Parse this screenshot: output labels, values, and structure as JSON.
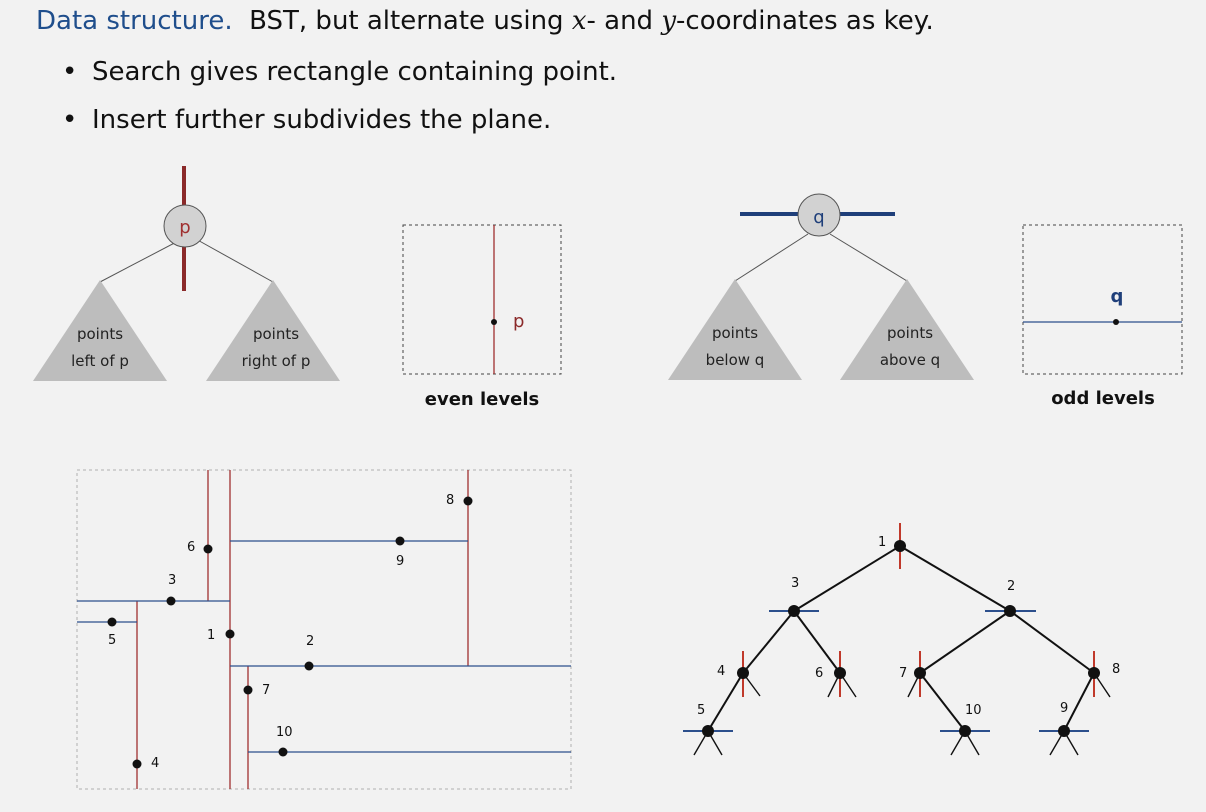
{
  "heading": {
    "lead": "Data structure.",
    "text_1": "BST, but alternate using ",
    "x_var": "x",
    "text_2": "- and ",
    "y_var": "y",
    "text_3": "-coordinates as key."
  },
  "bullets": [
    {
      "bullet": "•",
      "text": "Search gives rectangle containing point."
    },
    {
      "bullet": "•",
      "text": "Insert further subdivides the plane."
    }
  ],
  "even_panel": {
    "node_label": "p",
    "left_subtree": [
      "points",
      "left of p"
    ],
    "right_subtree": [
      "points",
      "right of p"
    ],
    "box_point_label": "p",
    "caption": "even levels"
  },
  "odd_panel": {
    "node_label": "q",
    "left_subtree": [
      "points",
      "below q"
    ],
    "right_subtree": [
      "points",
      "above q"
    ],
    "box_point_label": "q",
    "caption": "odd levels"
  },
  "plane_points": [
    "1",
    "2",
    "3",
    "4",
    "5",
    "6",
    "7",
    "8",
    "9",
    "10"
  ],
  "tree_nodes": [
    "1",
    "2",
    "3",
    "4",
    "5",
    "6",
    "7",
    "8",
    "9",
    "10"
  ],
  "colors": {
    "heading_blue": "#1f4e8c",
    "vertical_split": "#a03030",
    "horizontal_split": "#2c4f8c",
    "subtree_gray": "#bdbdbd",
    "node_fill": "#d2d2d2"
  }
}
